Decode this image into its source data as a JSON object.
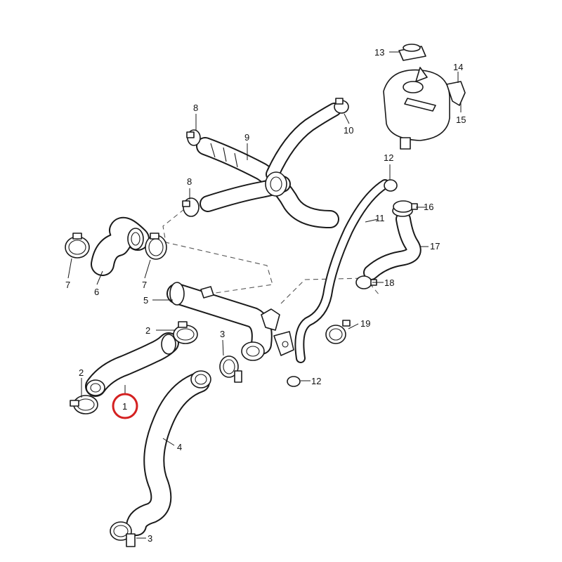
{
  "diagram": {
    "highlight_color": "#d42020",
    "line_color": "#1a1a1a",
    "callouts": [
      "1",
      "2",
      "2",
      "3",
      "3",
      "4",
      "5",
      "6",
      "7",
      "7",
      "8",
      "8",
      "9",
      "10",
      "11",
      "12",
      "12",
      "13",
      "14",
      "15",
      "16",
      "17",
      "18",
      "19"
    ]
  }
}
